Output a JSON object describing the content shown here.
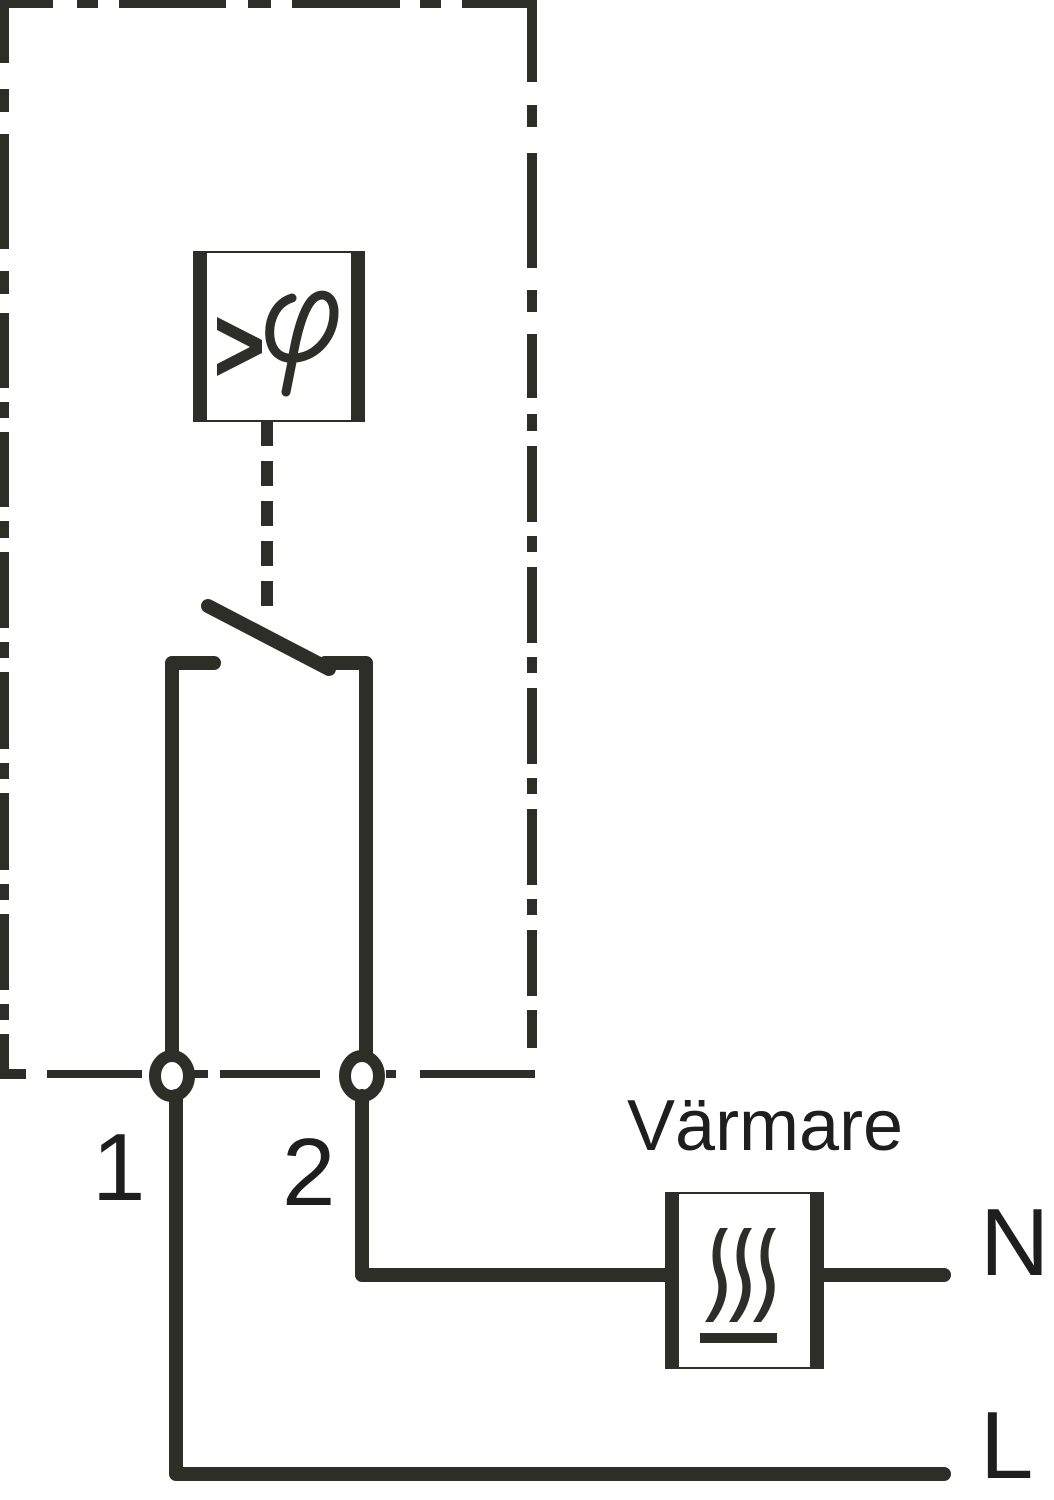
{
  "diagram": {
    "type": "electrical-wiring-schematic",
    "colors": {
      "line": "#2e2e28",
      "text": "#1e1e1e",
      "background": "#ffffff"
    },
    "controller": {
      "symbol": ">φ",
      "symbol_meaning": "humidity-sensor",
      "contact": "normally-open-relay-contact"
    },
    "terminals": [
      {
        "id": "terminal-1",
        "label": "1"
      },
      {
        "id": "terminal-2",
        "label": "2"
      }
    ],
    "load": {
      "label": "Värmare",
      "icon": "heater-icon"
    },
    "supply": {
      "neutral_label": "N",
      "line_label": "L"
    }
  }
}
